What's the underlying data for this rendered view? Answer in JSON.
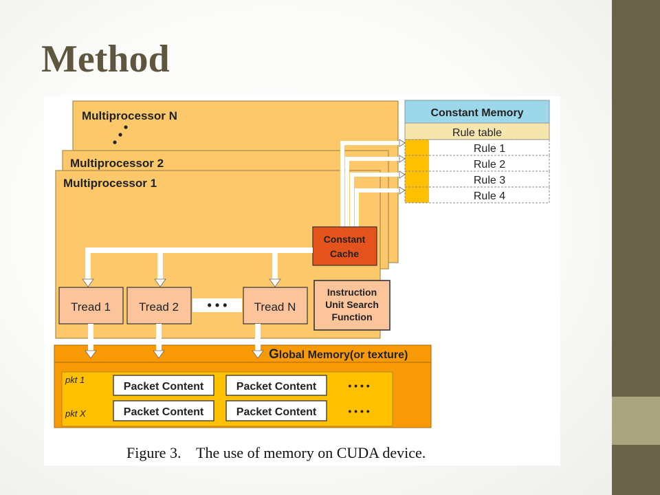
{
  "slide": {
    "title": "Method",
    "colors": {
      "sidebar": "#6b624a",
      "sidebar_accent": "#a9a67f",
      "title": "#5f5640"
    }
  },
  "diagram": {
    "multiprocessors": [
      "Multiprocessor N",
      "Multiprocessor 2",
      "Multiprocessor 1"
    ],
    "constant_memory": {
      "title": "Constant Memory",
      "rule_table": "Rule table",
      "rules": [
        "Rule 1",
        "Rule 2",
        "Rule 3",
        "Rule 4"
      ]
    },
    "constant_cache": [
      "Constant",
      "Cache"
    ],
    "instruction_unit": [
      "Instruction",
      "Unit Search",
      "Function"
    ],
    "threads": [
      "Tread 1",
      "Tread 2",
      "Tread N"
    ],
    "thread_ellipsis": "• • •",
    "global_memory": {
      "prefix": "G",
      "rest": "lobal Memory(or texture)"
    },
    "packet_rows": [
      {
        "label": "pkt 1",
        "cells": [
          "Packet Content",
          "Packet Content"
        ],
        "more": "• • • •"
      },
      {
        "label": "pkt X",
        "cells": [
          "Packet Content",
          "Packet Content"
        ],
        "more": "• • • •"
      }
    ],
    "caption": "Figure 3.    The use of memory on CUDA device.",
    "colors": {
      "multiprocessor_fill": "#fcc86a",
      "constant_memory_header": "#9dd8ea",
      "rule_table_fill": "#f6e5ad",
      "rule_marker": "#ffc000",
      "constant_cache_fill": "#e5531d",
      "thread_fill": "#fbc49a",
      "global_memory_fill": "#f79a06",
      "packet_area_fill": "#ffc000"
    }
  }
}
